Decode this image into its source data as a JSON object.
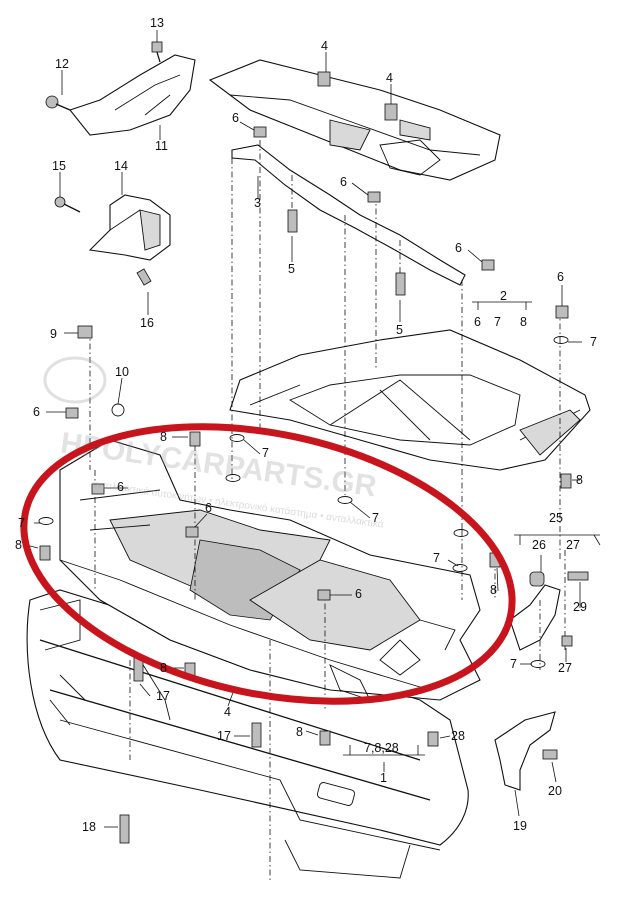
{
  "callouts": {
    "c1": "1",
    "c2": "2",
    "c2_6": "6",
    "c2_7": "7",
    "c2_8": "8",
    "c3": "3",
    "c4a": "4",
    "c4b": "4",
    "c4c": "4",
    "c5a": "5",
    "c5b": "5",
    "c6a": "6",
    "c6b": "6",
    "c6c": "6",
    "c6d": "6",
    "c6e": "6",
    "c6f": "6",
    "c6g": "6",
    "c6h": "6",
    "c7a": "7",
    "c7b": "7",
    "c7c": "7",
    "c7d": "7",
    "c7e": "7",
    "c7f": "7",
    "c7g": "7",
    "c7_8_28": "7,8,28",
    "c8a": "8",
    "c8b": "8",
    "c8c": "8",
    "c8d": "8",
    "c8e": "8",
    "c8f": "8",
    "c9": "9",
    "c10": "10",
    "c11": "11",
    "c12": "12",
    "c13": "13",
    "c14": "14",
    "c15": "15",
    "c16": "16",
    "c17a": "17",
    "c17b": "17",
    "c18": "18",
    "c19": "19",
    "c20": "20",
    "c25": "25",
    "c26": "26",
    "c27a": "27",
    "c27b": "27",
    "c28": "28",
    "c29": "29"
  },
  "watermark": {
    "main": "HPOLYCARPARTS.GR",
    "sub": "ανταλλακτικά αυτοκινήτων • ηλεκτρονικό κατάστημα • ανταλλακτικά"
  },
  "colors": {
    "highlight": "#c8141c",
    "line": "#111111",
    "shade": "#d9d9d9"
  }
}
